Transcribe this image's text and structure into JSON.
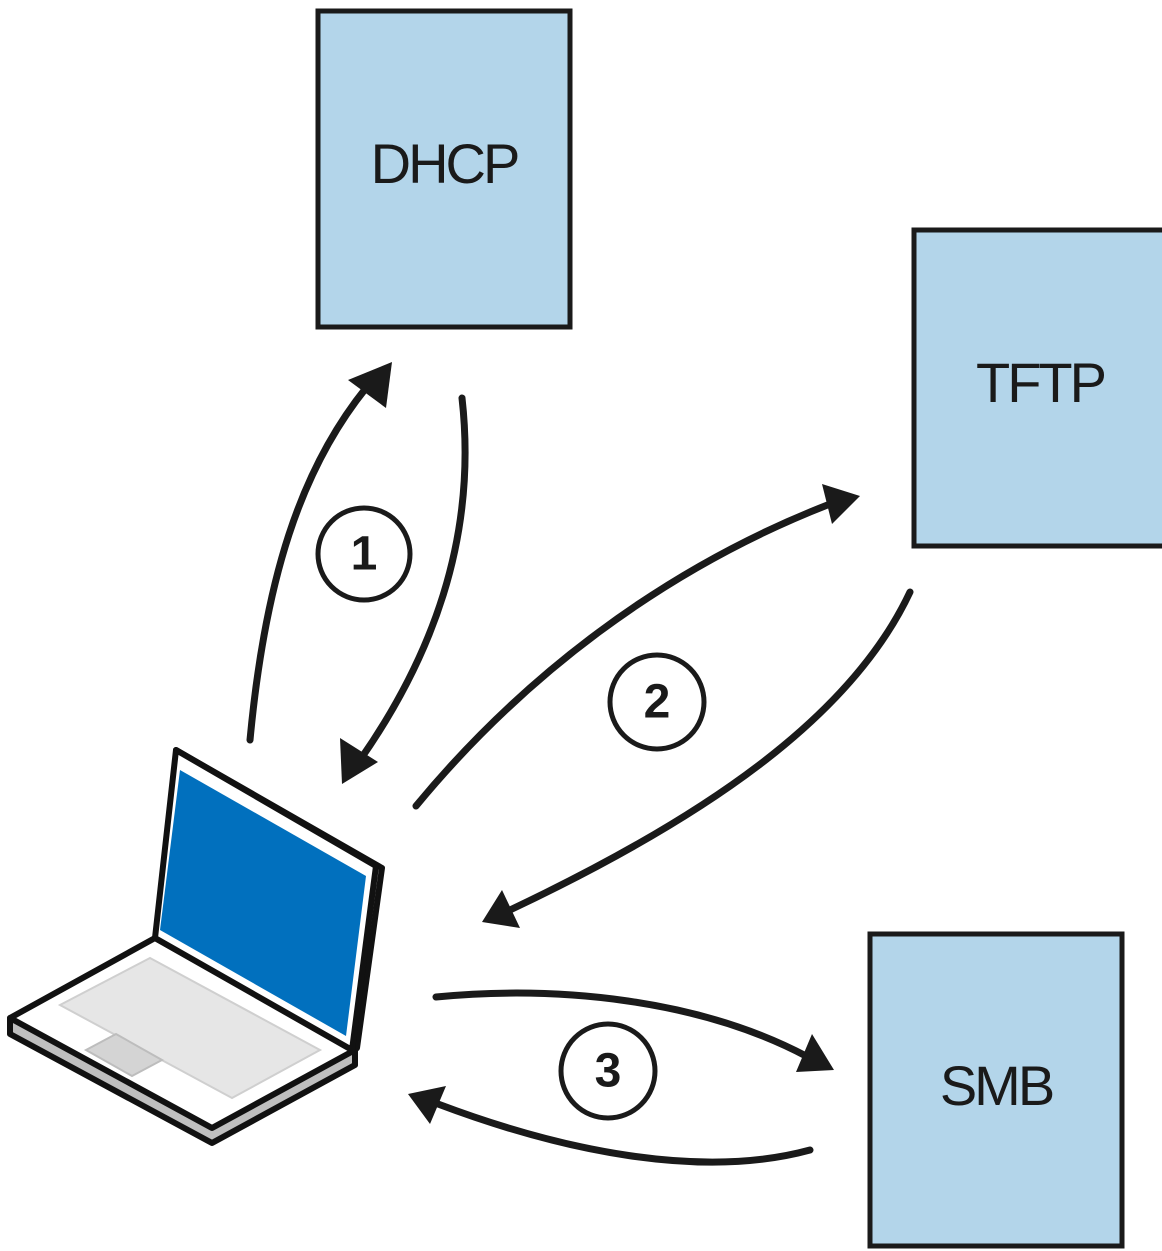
{
  "servers": {
    "dhcp": {
      "label": "DHCP"
    },
    "tftp": {
      "label": "TFTP"
    },
    "smb": {
      "label": "SMB"
    }
  },
  "steps": [
    {
      "label": "1"
    },
    {
      "label": "2"
    },
    {
      "label": "3"
    }
  ],
  "colors": {
    "server_fill": "#b3d5ea",
    "outline": "#1a1a1a",
    "laptop_screen": "#0170be",
    "laptop_body": "#ffffff",
    "laptop_keyboard": "#e6e6e6",
    "laptop_shadow": "#bfbfbf"
  },
  "icons": {
    "client": "laptop-icon"
  }
}
